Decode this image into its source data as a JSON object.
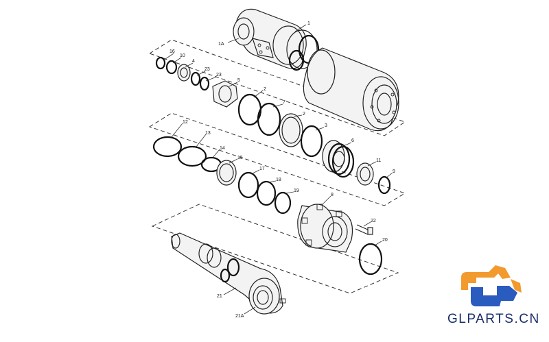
{
  "callouts": {
    "c1": "1",
    "c1A": "1A",
    "c2a": "2",
    "c2b": "2",
    "c3": "3",
    "c4": "4",
    "c5": "5",
    "c6": "6",
    "c7": "7",
    "c8": "8",
    "c9": "9",
    "c10": "10",
    "c11": "11",
    "c12": "12",
    "c13": "13",
    "c14": "14",
    "c15": "15",
    "c16": "16",
    "c17": "17",
    "c18": "18",
    "c19": "19",
    "c20": "20",
    "c21": "21",
    "c21A": "21A",
    "c22": "22",
    "c23a": "23",
    "c23b": "23"
  },
  "brand": {
    "name": "GLPARTS.CN",
    "logo_orange": "#f29a2e",
    "logo_blue": "#2a5bbf",
    "text_color": "#1a2c6b"
  },
  "icons": {
    "logo": "excavator-gear-logo-icon"
  }
}
